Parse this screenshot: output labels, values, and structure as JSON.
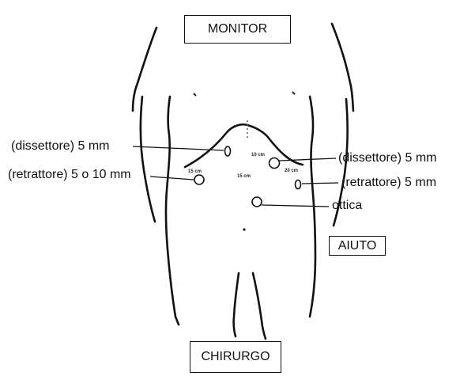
{
  "positions": {
    "monitor": "MONITOR",
    "assistant": "AIUTO",
    "surgeon": "CHIRURGO"
  },
  "ports": {
    "dissector_left": "(dissettore) 5 mm",
    "retractor_left": "(retrattore) 5 o 10 mm",
    "dissector_right": "(dissettore) 5 mm",
    "retractor_right": "(retrattore) 5 mm",
    "optics": "ottica"
  },
  "distances": {
    "upper_right": "10 cm",
    "left": "15 cm",
    "middle": "15 cm",
    "right": "20 cm"
  }
}
